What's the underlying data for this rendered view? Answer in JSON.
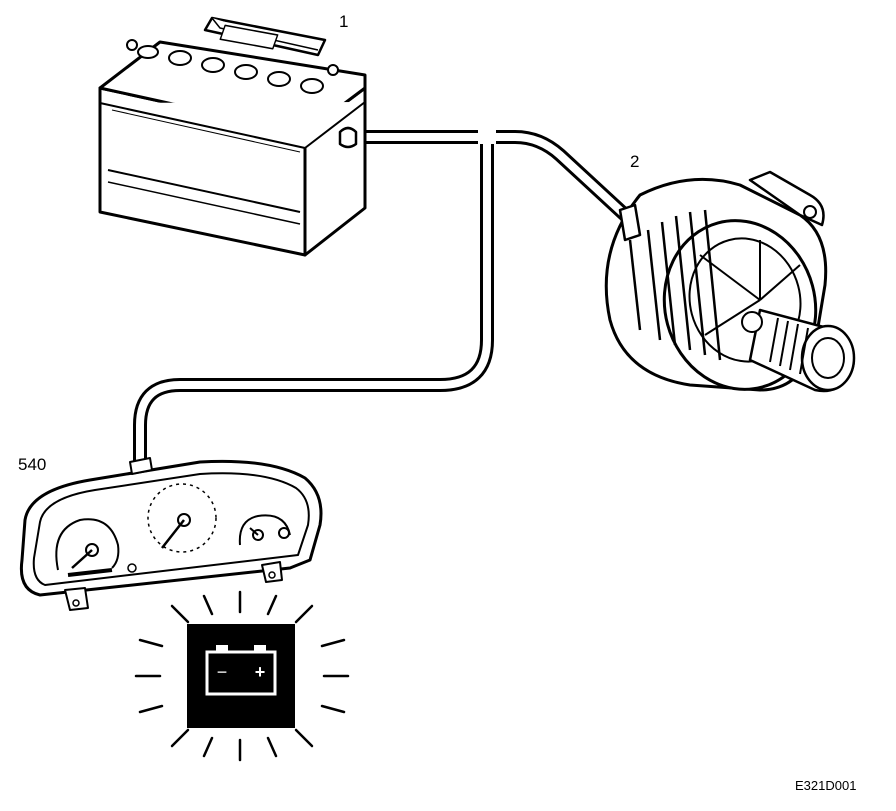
{
  "callouts": {
    "battery": "1",
    "alternator": "2",
    "instrument_cluster": "540"
  },
  "warning_lamp": {
    "minus_symbol": "−",
    "plus_symbol": "+"
  },
  "figure_id": "E321D001",
  "colors": {
    "line": "#000000",
    "background": "#ffffff"
  }
}
